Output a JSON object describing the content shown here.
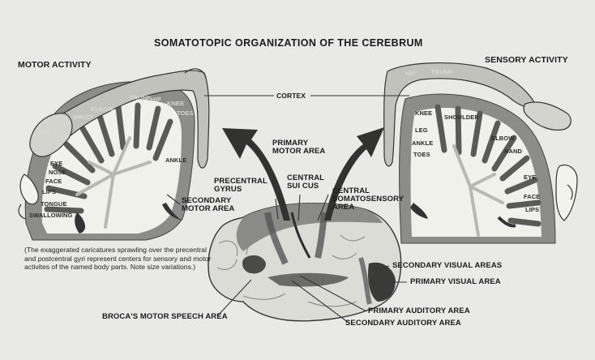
{
  "title": "SOMATOTOPIC ORGANIZATION OF THE CEREBRUM",
  "left_heading": "MOTOR ACTIVITY",
  "right_heading": "SENSORY ACTIVITY",
  "cortex_label": "CORTEX",
  "brain_labels": {
    "primary_motor_area": "PRIMARY\nMOTOR AREA",
    "precentral_gyrus": "PRECENTRAL\nGYRUS",
    "central_sulcus": "CENTRAL\nSUI CUS",
    "central_somatosensory_area": "CENTRAL\nSOMATOSENSORY\nAREA",
    "secondary_motor_area": "SECONDARY\nMOTOR AREA",
    "secondary_visual_areas": "SECONDARY VISUAL AREAS",
    "primary_visual_area": "PRIMARY VISUAL AREA",
    "primary_auditory_area": "PRIMARY AUDITORY AREA",
    "secondary_auditory_area": "SECONDARY AUDITORY AREA",
    "brocas_motor_speech_area": "BROCA'S MOTOR SPEECH AREA"
  },
  "motor_homunculus_labels": [
    "TOES",
    "KNEE",
    "HIP",
    "TRUNK",
    "ELBOW",
    "WRIST",
    "HAND",
    "ANKLE",
    "EYE",
    "NOSE",
    "FACE",
    "LIPS",
    "TONGUE",
    "SWALLOWING"
  ],
  "sensory_homunculus_labels": [
    "HIP",
    "TRUNK",
    "KNEE",
    "LEG",
    "ANKLE",
    "TOES",
    "SHOULDER",
    "ELBOW",
    "HAND",
    "EYE",
    "FACE",
    "LIPS"
  ],
  "caption": "(The exaggerated caricatures sprawling over the precentral and postcentral gyri represent centers for sensory and motor activites of the named body parts. Note size variations.)"
}
